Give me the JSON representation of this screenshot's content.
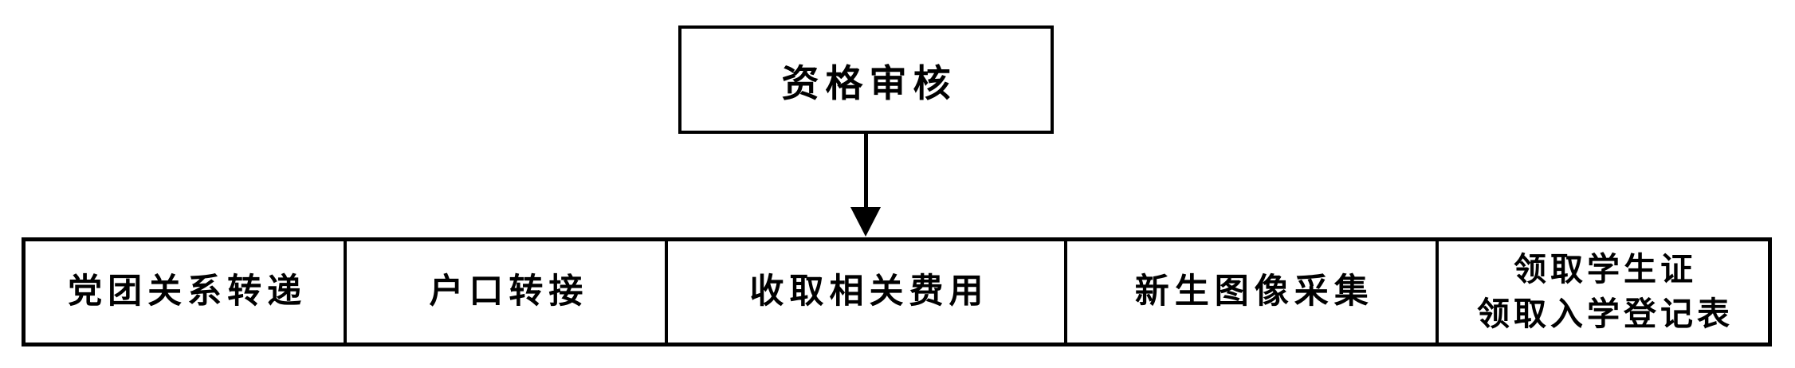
{
  "diagram": {
    "type": "flowchart",
    "colors": {
      "background": "#ffffff",
      "border": "#000000",
      "text": "#000000"
    },
    "top_node": {
      "label": "资格审核"
    },
    "connector": {
      "shape": "down-arrow",
      "from": "top_node",
      "to": "process_row"
    },
    "process_row": {
      "cells": [
        {
          "id": "party-league-relation-transfer",
          "lines": [
            "党团关系转递"
          ]
        },
        {
          "id": "household-registration-transfer",
          "lines": [
            "户口转接"
          ]
        },
        {
          "id": "collect-related-fees",
          "lines": [
            "收取相关费用"
          ]
        },
        {
          "id": "new-student-image-capture",
          "lines": [
            "新生图像采集"
          ]
        },
        {
          "id": "receive-student-id-and-registration-form",
          "lines": [
            "领取学生证",
            "领取入学登记表"
          ]
        }
      ]
    }
  }
}
